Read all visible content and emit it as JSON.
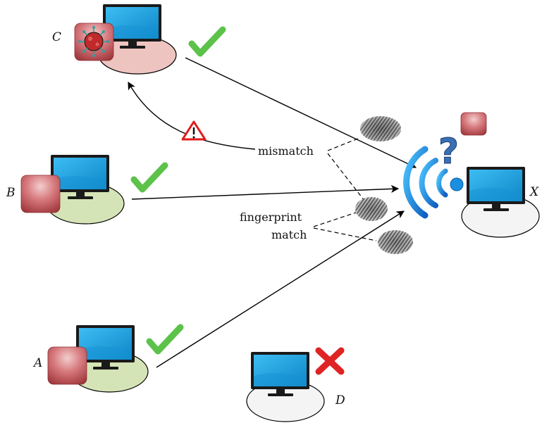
{
  "nodes": {
    "a": {
      "label": "A"
    },
    "b": {
      "label": "B"
    },
    "c": {
      "label": "C"
    },
    "d": {
      "label": "D"
    },
    "x": {
      "label": "X"
    }
  },
  "annotations": {
    "mismatch": "mismatch",
    "fingerprint_match_line1": "fingerprint",
    "fingerprint_match_line2": "match"
  },
  "status": {
    "a": "check",
    "b": "check",
    "c": "check",
    "d": "cross",
    "c_return": "warning",
    "x": "question"
  },
  "colors": {
    "screen": "#1aa3e0",
    "check": "#5cc24a",
    "cross": "#e02424",
    "warning": "#e21a1a",
    "base_green": "#d5e4b6",
    "base_pink": "#eec4c0",
    "base_white": "#f4f4f4",
    "chip": "#b9494e",
    "wifi": "#1a8fe0",
    "question": "#3a6fb3"
  }
}
